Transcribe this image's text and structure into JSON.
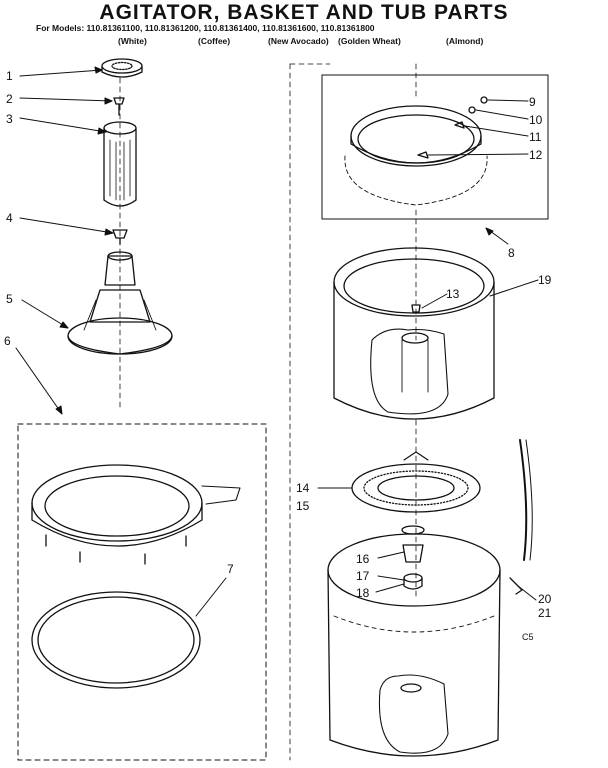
{
  "title": "AGITATOR, BASKET AND TUB PARTS",
  "models_label": "For Models:",
  "models": [
    "110.81361100,",
    "110.81361200,",
    "110.81361400,",
    "110.81361600,",
    "110.81361800"
  ],
  "colors": [
    "(White)",
    "(Coffee)",
    "(New Avocado)",
    "(Golden Wheat)",
    "(Almond)"
  ],
  "part_numbers": [
    "1",
    "2",
    "3",
    "4",
    "5",
    "6",
    "7",
    "8",
    "9",
    "10",
    "11",
    "12",
    "13",
    "14",
    "15",
    "16",
    "17",
    "18",
    "19",
    "20",
    "21"
  ],
  "corner_code": "C5"
}
